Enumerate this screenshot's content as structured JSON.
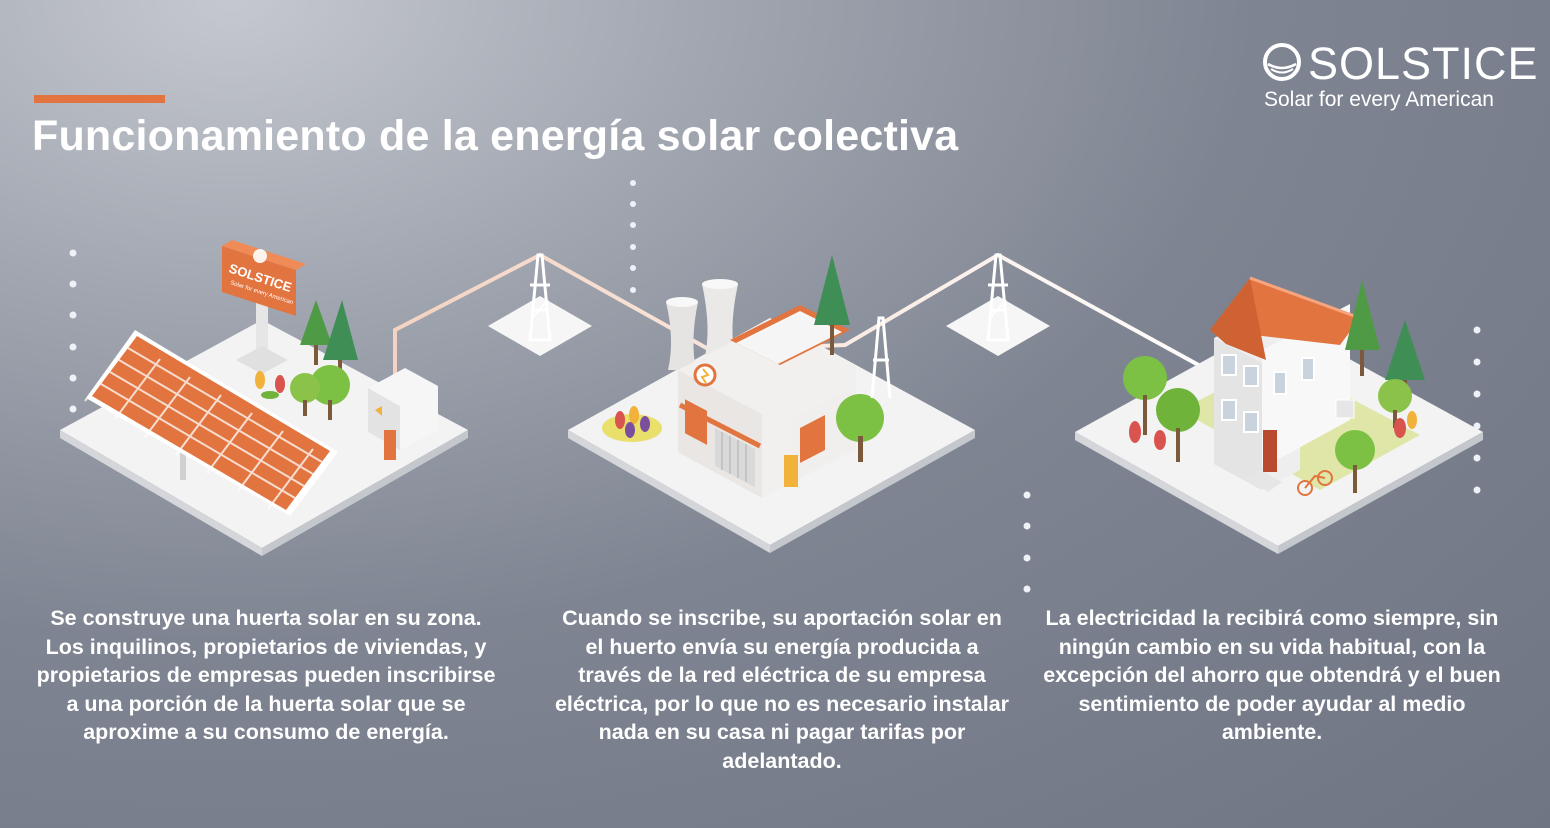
{
  "header": {
    "title": "Funcionamiento de la energía solar colectiva",
    "accent_color": "#e2743f"
  },
  "logo": {
    "name": "SOLSTICE",
    "tagline": "Solar for every American",
    "icon": "solstice-sun-icon"
  },
  "sign": {
    "name": "SOLSTICE",
    "tagline": "Solar for every American"
  },
  "steps": [
    {
      "icon": "solar-farm-icon",
      "caption": "Se construye una huerta solar en su zona. Los inquilinos, propietarios de viviendas, y propietarios de empresas pueden inscribirse a una porción de la huerta solar que se aproxime a su consumo de energía."
    },
    {
      "icon": "power-plant-icon",
      "caption": "Cuando se inscribe, su aportación solar en el huerto envía su energía producida a través de la red eléctrica de su empresa eléctrica, por lo que no es necesario instalar nada en su casa ni pagar tarifas por adelantado."
    },
    {
      "icon": "house-icon",
      "caption": "La electricidad la recibirá como siempre, sin ningún cambio en su vida habitual, con la excepción del ahorro que obtendrá y el buen sentimiento de poder ayudar al medio ambiente."
    }
  ],
  "colors": {
    "panel": "#e2743f",
    "platform": "#f1f1f1",
    "tree": "#6fb33a",
    "pine": "#3e8e55"
  }
}
